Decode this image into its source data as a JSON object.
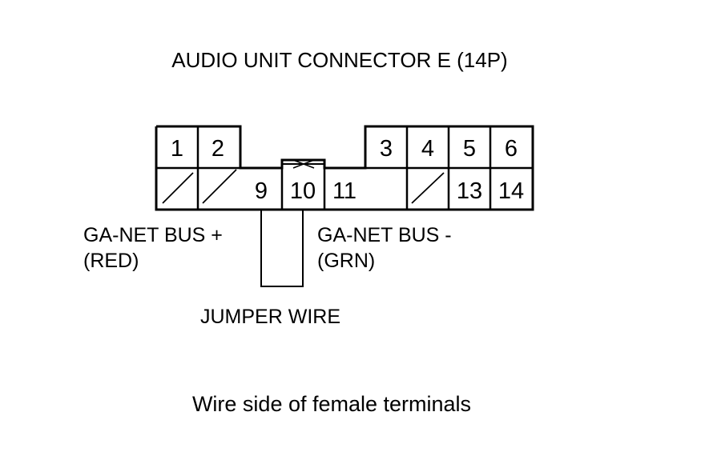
{
  "title": "AUDIO UNIT CONNECTOR E (14P)",
  "connector": {
    "pins": {
      "p1": "1",
      "p2": "2",
      "p3": "3",
      "p4": "4",
      "p5": "5",
      "p6": "6",
      "p9": "9",
      "p10": "10",
      "p11": "11",
      "p13": "13",
      "p14": "14"
    }
  },
  "labels": {
    "bus_plus_line1": "GA-NET BUS +",
    "bus_plus_line2": "(RED)",
    "bus_minus_line1": "GA-NET BUS -",
    "bus_minus_line2": "(GRN)",
    "jumper": "JUMPER WIRE"
  },
  "footer": "Wire side of female terminals",
  "colors": {
    "line": "#000000",
    "background": "#ffffff"
  }
}
